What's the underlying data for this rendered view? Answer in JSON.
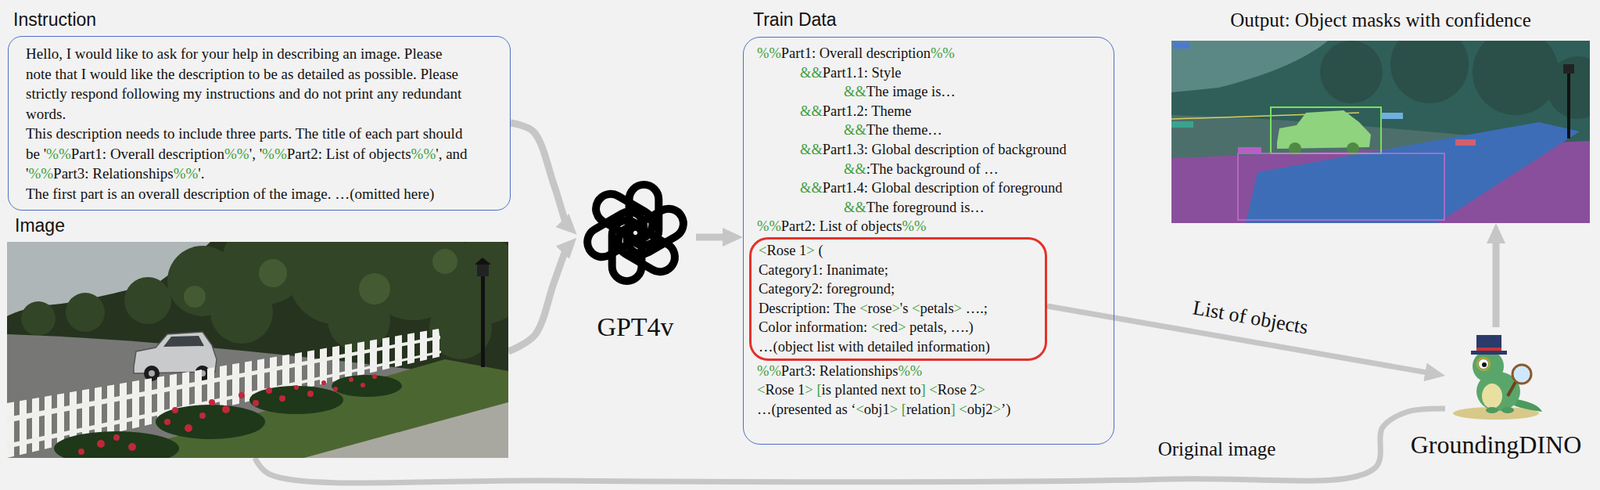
{
  "diagram": {
    "nodes": [
      {
        "text": [
          "Instruction",
          "Hello, I would like to ask for your help in describing an image. Please note that I would like the description to be as detailed as possible. Please strictly respond following my instructions and do not print any redundant words.",
          "This description needs to include three parts. The title of each part should be '%%Part1: Overall description%%', '%%Part2: List of objects%%', and '%%Part3: Relationships%%'.",
          "The first part is an overall description of the image. …(omitted here)"
        ]
      },
      {
        "text": [
          "Image"
        ]
      },
      {
        "text": [
          "GPT4v"
        ]
      },
      {
        "text": [
          "Train Data",
          "%%Part1: Overall description%%",
          "&&Part1.1: Style",
          "&&The image is…",
          "&&Part1.2: Theme",
          "&&The theme…",
          "&&Part1.3: Global description of background",
          "&&:The background of …",
          "&&Part1.4: Global description of foreground",
          "&&The foreground is…",
          "%%Part2: List of objects%%",
          "%%Part3: Relationships%%",
          "<Rose 1> [is planted next to] <Rose 2>",
          "…(presented as ‘<obj1> [relation] <obj2>’)"
        ]
      },
      {
        "text": [
          "<Rose 1> (",
          "Category1: Inanimate;",
          "Category2: foreground;",
          "Description: The <rose>'s <petals> ….;",
          "Color information: <red> petals, ….)",
          "…(object list with detailed information)"
        ],
        "in": 3
      },
      {
        "text": [
          "Output: Object masks with confidence"
        ]
      },
      {
        "text": [
          "GroundingDINO"
        ]
      }
    ],
    "edges": [
      {
        "from": 0,
        "to": 2,
        "arrow": "to"
      },
      {
        "from": 1,
        "to": 2,
        "arrow": "to"
      },
      {
        "from": 2,
        "to": 3,
        "arrow": "to"
      },
      {
        "from": 4,
        "to": 6,
        "label": "List of objects",
        "arrow": "to"
      },
      {
        "from": 1,
        "to": 6,
        "label": "Original image",
        "arrow": "none"
      },
      {
        "from": 6,
        "to": 5,
        "arrow": "to"
      }
    ]
  }
}
